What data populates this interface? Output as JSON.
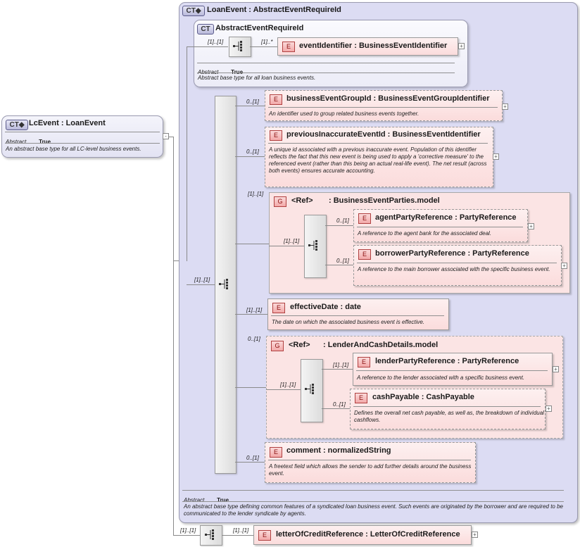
{
  "lc_event": {
    "badge": "CT",
    "title": "LcEvent : LoanEvent",
    "abstract_label": "Abstract",
    "abstract_value": "True",
    "description": "An abstract base type for all LC-level business events."
  },
  "loan_event": {
    "badge": "CT",
    "title": "LoanEvent : AbstractEventRequireId",
    "abstract_label": "Abstract",
    "abstract_value": "True",
    "description": "An abstract base type defining common features of a syndicated loan business event. Such events are originated by the borrower and are required to be communicated to the lender syndicate by agents."
  },
  "abstract_event": {
    "badge": "CT",
    "title": "AbstractEventRequireId",
    "abstract_label": "Abstract",
    "abstract_value": "True",
    "description": "Abstract base type for all loan business events.",
    "seq_card": "[1]..[1]",
    "event_identifier": {
      "badge": "E",
      "card": "[1]..*",
      "title": "eventIdentifier : BusinessEventIdentifier"
    }
  },
  "main_sequence_card": "[1]..[1]",
  "elements": {
    "business_event_group_id": {
      "badge": "E",
      "card": "0..[1]",
      "title": "businessEventGroupId : BusinessEventGroupIdentifier",
      "desc": "An identifier used to group related business events together."
    },
    "previous_inaccurate_event_id": {
      "badge": "E",
      "card": "0..[1]",
      "title": "previousInaccurateEventId : BusinessEventIdentifier",
      "desc": "A unique id associated with a previous inaccurate event. Population of this identifier reflects the fact that this new event is being used to apply a 'corrective measure' to the referenced event (rather than this being an actual real-life event). The net result (across both events) ensures accurate accounting."
    },
    "effective_date": {
      "badge": "E",
      "card": "[1]..[1]",
      "title": "effectiveDate : date",
      "desc": "The date on which the associated business event is effective."
    },
    "comment": {
      "badge": "E",
      "card": "0..[1]",
      "title": "comment : normalizedString",
      "desc": "A freetext field which allows the sender to add further details around the business event."
    }
  },
  "group_parties": {
    "badge": "G",
    "card": "[1]..[1]",
    "ref": "<Ref>",
    "title": ": BusinessEventParties.model",
    "seq_card": "[1]..[1]",
    "agent": {
      "badge": "E",
      "card": "0..[1]",
      "title": "agentPartyReference : PartyReference",
      "desc": "A reference to the agent bank for the associated deal."
    },
    "borrower": {
      "badge": "E",
      "card": "0..[1]",
      "title": "borrowerPartyReference : PartyReference",
      "desc": "A reference to the main borrower associated with the specific business event."
    }
  },
  "group_lender": {
    "badge": "G",
    "card": "0..[1]",
    "ref": "<Ref>",
    "title": ": LenderAndCashDetails.model",
    "seq_card": "[1]..[1]",
    "lender": {
      "badge": "E",
      "card": "[1]..[1]",
      "title": "lenderPartyReference : PartyReference",
      "desc": "A reference to the lender associated with a specific business event."
    },
    "cash": {
      "badge": "E",
      "card": "0..[1]",
      "title": "cashPayable : CashPayable",
      "desc": "Defines the overall net cash payable, as well as, the breakdown of individual cashflows."
    }
  },
  "letter_of_credit": {
    "seq_card": "[1]..[1]",
    "badge": "E",
    "card": "[1]..[1]",
    "title": "letterOfCreditReference : LetterOfCreditReference"
  }
}
